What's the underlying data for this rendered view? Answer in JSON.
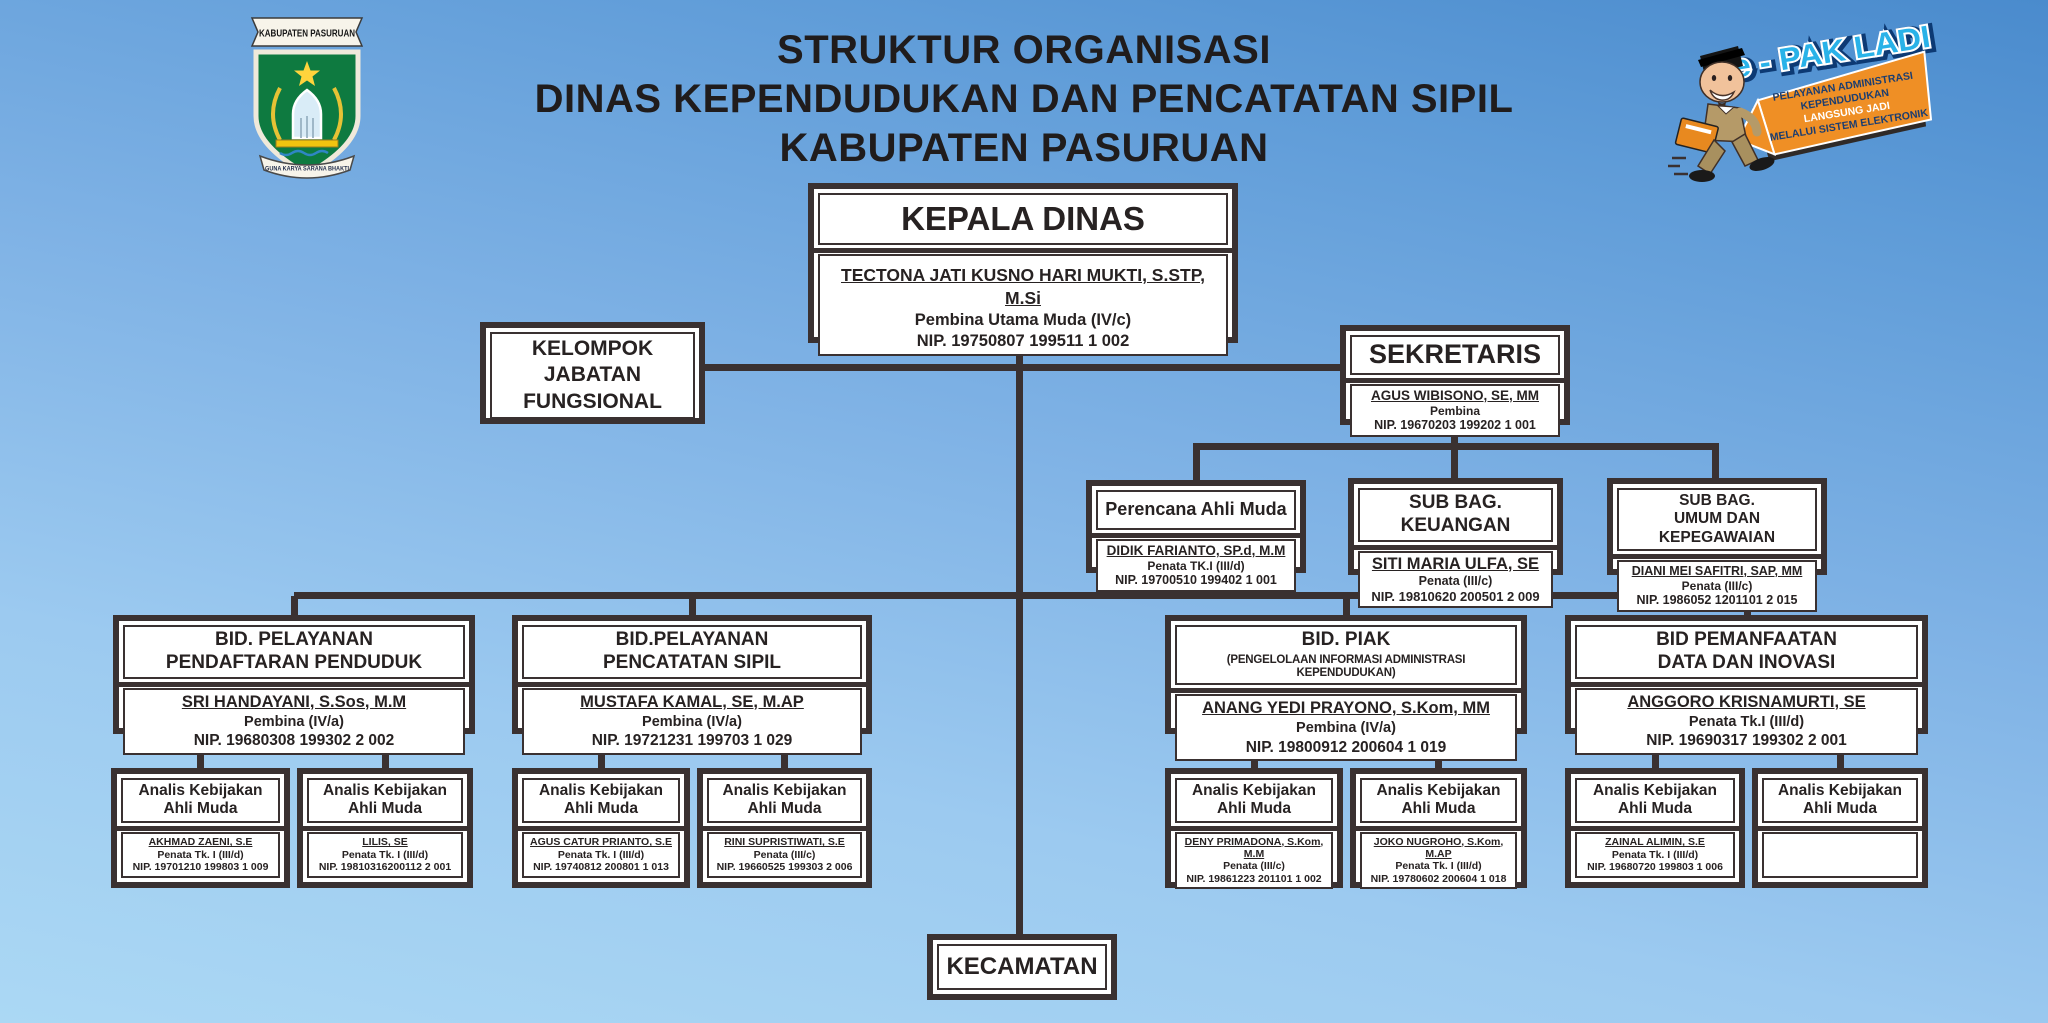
{
  "page_title": {
    "line1": "STRUKTUR ORGANISASI",
    "line2": "DINAS KEPENDUDUKAN DAN PENCATATAN SIPIL",
    "line3": "KABUPATEN PASURUAN"
  },
  "crest": {
    "top_banner": "KABUPATEN PASURUAN",
    "motto": "GUNA KARYA SARANA BHAKTI"
  },
  "mascot": {
    "brand": "e - PAK LADI",
    "tagline_lines": [
      "PELAYANAN ADMINISTRASI",
      "KEPENDUDUKAN",
      "LANGSUNG JADI",
      "MELALUI SISTEM ELEKTRONIK"
    ]
  },
  "nodes": {
    "kepala": {
      "title": "KEPALA DINAS",
      "name": "TECTONA JATI KUSNO HARI MUKTI, S.STP, M.Si",
      "rank": "Pembina Utama Muda (IV/c)",
      "nip": "NIP. 19750807 199511 1 002"
    },
    "kelompok": {
      "title": "KELOMPOK\nJABATAN\nFUNGSIONAL"
    },
    "sekretaris": {
      "title": "SEKRETARIS",
      "name": "AGUS WIBISONO, SE, MM",
      "rank": "Pembina",
      "nip": "NIP. 19670203 199202 1 001"
    },
    "sekretariat": [
      {
        "title": "Perencana Ahli Muda",
        "name": "DIDIK FARIANTO, SP.d, M.M",
        "rank": "Penata TK.I (III/d)",
        "nip": "NIP. 19700510 199402 1 001"
      },
      {
        "title": "SUB BAG.\nKEUANGAN",
        "name": "SITI MARIA ULFA, SE",
        "rank": "Penata (III/c)",
        "nip": "NIP. 19810620 200501 2 009"
      },
      {
        "title": "SUB BAG.\nUMUM DAN KEPEGAWAIAN",
        "name": "DIANI MEI SAFITRI, SAP, MM",
        "rank": "Penata (III/c)",
        "nip": "NIP. 1986052 1201101 2 015"
      }
    ],
    "bids": [
      {
        "title": "BID. PELAYANAN\nPENDAFTARAN PENDUDUK",
        "subtitle": "",
        "name": "SRI HANDAYANI, S.Sos, M.M",
        "rank": "Pembina (IV/a)",
        "nip": "NIP. 19680308 199302 2 002"
      },
      {
        "title": "BID.PELAYANAN\nPENCATATAN SIPIL",
        "subtitle": "",
        "name": "MUSTAFA KAMAL, SE, M.AP",
        "rank": "Pembina (IV/a)",
        "nip": "NIP. 19721231 199703 1 029"
      },
      {
        "title": "BID. PIAK",
        "subtitle": "(PENGELOLAAN INFORMASI ADMINISTRASI KEPENDUDUKAN)",
        "name": "ANANG YEDI PRAYONO, S.Kom, MM",
        "rank": "Pembina (IV/a)",
        "nip": "NIP. 19800912 200604 1 019"
      },
      {
        "title": "BID PEMANFAATAN\nDATA DAN INOVASI",
        "subtitle": "",
        "name": "ANGGORO KRISNAMURTI, SE",
        "rank": "Penata Tk.I (III/d)",
        "nip": "NIP. 19690317 199302 2 001"
      }
    ],
    "analis": [
      {
        "title": "Analis Kebijakan\nAhli Muda",
        "name": "AKHMAD ZAENI, S.E",
        "rank": "Penata Tk. I (III/d)",
        "nip": "NIP. 19701210 199803 1 009"
      },
      {
        "title": "Analis Kebijakan\nAhli Muda",
        "name": "LILIS, SE",
        "rank": "Penata Tk. I (III/d)",
        "nip": "NIP. 19810316200112 2 001"
      },
      {
        "title": "Analis Kebijakan\nAhli Muda",
        "name": "AGUS CATUR PRIANTO, S.E",
        "rank": "Penata Tk. I (III/d)",
        "nip": "NIP. 19740812 200801 1 013"
      },
      {
        "title": "Analis Kebijakan\nAhli Muda",
        "name": "RINI SUPRISTIWATI, S.E",
        "rank": "Penata (III/c)",
        "nip": "NIP. 19660525 199303 2 006"
      },
      {
        "title": "Analis Kebijakan\nAhli Muda",
        "name": "DENY PRIMADONA, S.Kom, M.M",
        "rank": "Penata (III/c)",
        "nip": "NIP. 19861223 201101 1 002"
      },
      {
        "title": "Analis Kebijakan\nAhli Muda",
        "name": "JOKO NUGROHO, S.Kom, M.AP",
        "rank": "Penata Tk. I (III/d)",
        "nip": "NIP. 19780602 200604 1 018"
      },
      {
        "title": "Analis Kebijakan\nAhli Muda",
        "name": "ZAINAL ALIMIN, S.E",
        "rank": "Penata Tk. I (III/d)",
        "nip": "NIP. 19680720 199803 1 006"
      },
      {
        "title": "Analis Kebijakan\nAhli Muda",
        "name": "",
        "rank": "",
        "nip": ""
      }
    ],
    "kecamatan": {
      "title": "KECAMATAN"
    }
  }
}
